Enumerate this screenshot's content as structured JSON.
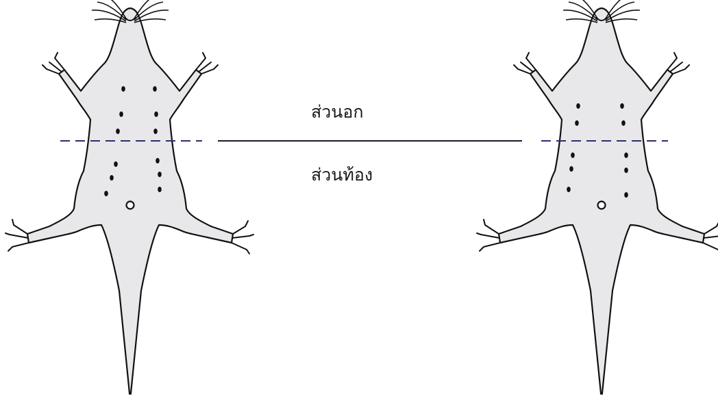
{
  "labels": {
    "chest": "ส่วนอก",
    "abdomen": "ส่วนท้อง"
  },
  "figures": [
    {
      "name": "mouse-left"
    },
    {
      "name": "mouse-right"
    }
  ],
  "colors": {
    "body_fill": "#e8e8ea",
    "outline": "#111111",
    "dashed_line": "#2b2d6e",
    "solid_line": "#1a1a2a"
  }
}
